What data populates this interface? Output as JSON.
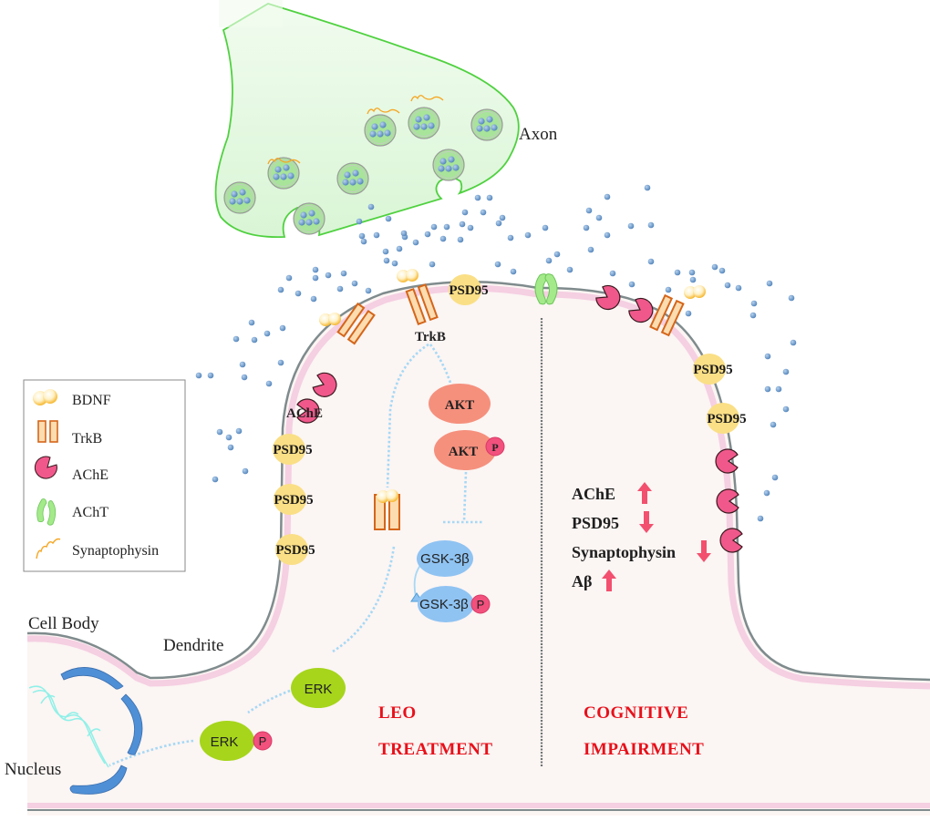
{
  "labels": {
    "axon": "Axon",
    "cell_body": "Cell Body",
    "dendrite": "Dendrite",
    "nucleus": "Nucleus",
    "trkb": "TrkB",
    "ache": "AChE",
    "psd95": "PSD95",
    "akt": "AKT",
    "gsk": "GSK-3β",
    "erk": "ERK",
    "p": "P"
  },
  "legend": {
    "items": [
      {
        "icon": "bdnf-icon",
        "label": "BDNF"
      },
      {
        "icon": "trkb-icon",
        "label": "TrkB"
      },
      {
        "icon": "ache-icon",
        "label": "AChE"
      },
      {
        "icon": "acht-icon",
        "label": "AChT"
      },
      {
        "icon": "synaptophysin-icon",
        "label": "Synaptophysin"
      }
    ]
  },
  "panels": {
    "left": {
      "title_line1": "LEO",
      "title_line2": "TREATMENT"
    },
    "right": {
      "title_line1": "COGNITIVE",
      "title_line2": "IMPAIRMENT"
    }
  },
  "status_changes": [
    {
      "label": "AChE",
      "direction": "up"
    },
    {
      "label": "PSD95",
      "direction": "down"
    },
    {
      "label": "Synaptophysin",
      "direction": "down"
    },
    {
      "label": "Aβ",
      "direction": "up"
    }
  ],
  "colors": {
    "axon_fill": "#dff7dc",
    "axon_stroke": "#4fd13f",
    "vesicle_fill": "#a8e49a",
    "transmitter": "#5b8ec4",
    "membrane_outer": "#7f8b8d",
    "membrane_inner": "#f5cfe2",
    "cytoplasm": "#fbf5f3",
    "psd95": "#fadf86",
    "ache": "#f0588b",
    "trkb_fill": "#fddcb0",
    "trkb_stroke": "#d4661a",
    "bdnf": "#ffcf55",
    "acht": "#a4ea8a",
    "akt": "#f5907d",
    "gsk": "#8fc3f2",
    "erk": "#a6d51c",
    "phospho": "#f2507d",
    "arrow_red": "#f2506e",
    "signal_line": "#a6d8f5",
    "title_red": "#e8101a"
  }
}
